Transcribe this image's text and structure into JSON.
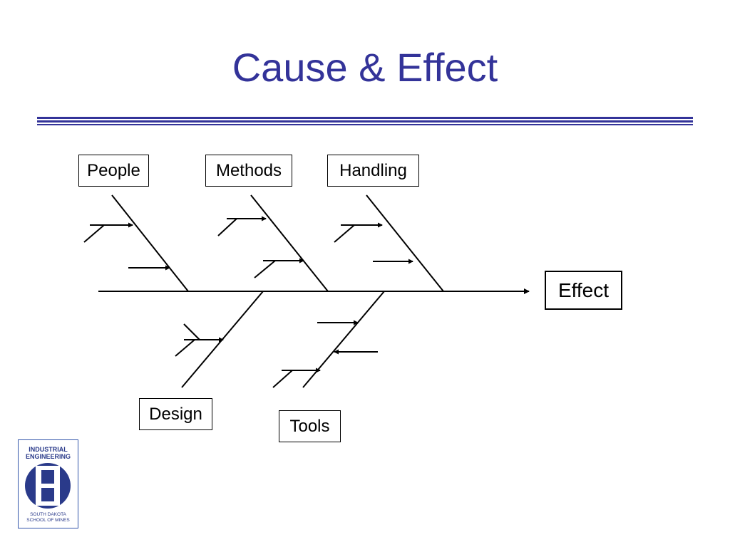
{
  "slide": {
    "title": "Cause & Effect"
  },
  "diagram": {
    "effect_label": "Effect",
    "categories": [
      {
        "id": "people",
        "label": "People"
      },
      {
        "id": "methods",
        "label": "Methods"
      },
      {
        "id": "handling",
        "label": "Handling"
      },
      {
        "id": "design",
        "label": "Design"
      },
      {
        "id": "tools",
        "label": "Tools"
      }
    ]
  },
  "logo": {
    "top_text_line1": "INDUSTRIAL",
    "top_text_line2": "ENGINEERING",
    "bottom_text_line1": "SOUTH DAKOTA",
    "bottom_text_line2": "SCHOOL OF MINES",
    "color": "#2a3a8a"
  },
  "colors": {
    "title": "#333399",
    "rule": "#333399",
    "lines": "#000000"
  }
}
